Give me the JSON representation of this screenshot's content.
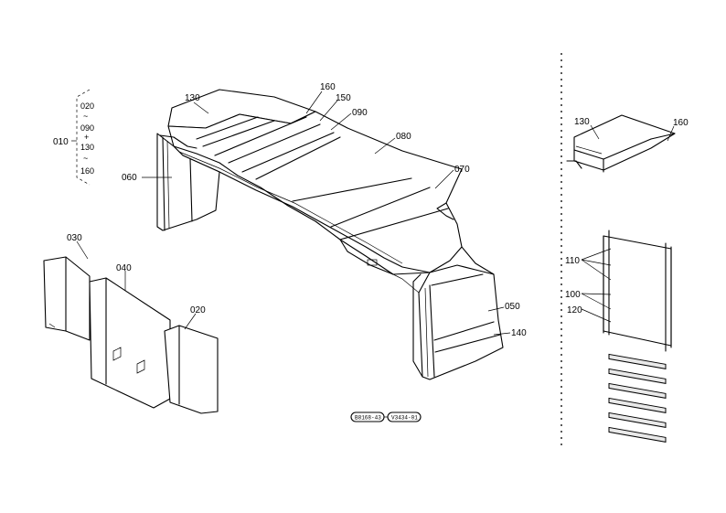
{
  "labels": {
    "l130": "130",
    "l160": "160",
    "l150": "150",
    "l090": "090",
    "l080": "080",
    "l070": "070",
    "l060": "060",
    "l050": "050",
    "l140": "140",
    "l030": "030",
    "l040": "040",
    "l020": "020"
  },
  "legend": {
    "group": "010",
    "top": "020",
    "tilde1": "~",
    "second": "090",
    "plus": "+",
    "third": "130",
    "tilde2": "~",
    "bottom": "160"
  },
  "detail": {
    "l130": "130",
    "l160": "160",
    "l110": "110",
    "l100": "100",
    "l120": "120"
  },
  "codes": {
    "left": "B8168-43",
    "right": "V3434-01"
  }
}
